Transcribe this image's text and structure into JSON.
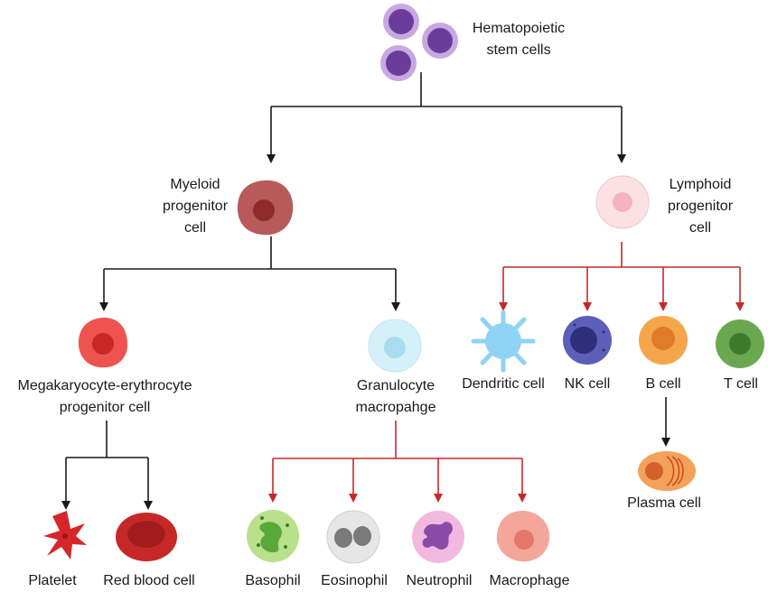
{
  "title": "",
  "nodes": {
    "hsc": {
      "label_lines": [
        "Hematopoietic",
        "stem cells"
      ]
    },
    "myeloid": {
      "label_lines": [
        "Myeloid",
        "progenitor",
        "cell"
      ]
    },
    "lymphoid": {
      "label_lines": [
        "Lymphoid",
        "progenitor",
        "cell"
      ]
    },
    "mep": {
      "label_lines": [
        "Megakaryocyte-erythrocyte",
        "progenitor cell"
      ]
    },
    "gmp": {
      "label_lines": [
        "Granulocyte",
        "macropahge"
      ]
    },
    "platelet": {
      "label": "Platelet"
    },
    "rbc": {
      "label": "Red blood cell"
    },
    "basophil": {
      "label": "Basophil"
    },
    "eosinophil": {
      "label": "Eosinophil"
    },
    "neutrophil": {
      "label": "Neutrophil"
    },
    "macrophage": {
      "label": "Macrophage"
    },
    "dendritic": {
      "label": "Dendritic cell"
    },
    "nk": {
      "label": "NK cell"
    },
    "bcell": {
      "label": "B cell"
    },
    "tcell": {
      "label": "T cell"
    },
    "plasma": {
      "label": "Plasma cell"
    }
  },
  "colors": {
    "black_arrow": "#1a1a1a",
    "red_arrow": "#c62828",
    "stem_outer": "#c9a7e0",
    "stem_inner": "#6a3d9a",
    "myeloid_outer": "#b85a5a",
    "myeloid_inner": "#8f2a2a",
    "lymphoid_outer": "#fbe1e4",
    "lymphoid_inner": "#f5b3bf",
    "mep_outer": "#ef5350",
    "mep_inner": "#c62828",
    "gmp_outer": "#d6f0fa",
    "gmp_inner": "#a8dcee",
    "platelet": "#d7262a",
    "rbc": "#c62828",
    "basophil_outer": "#b9e08a",
    "basophil_inner": "#5aa83a",
    "eosinophil_outer": "#e6e6e6",
    "eosinophil_inner": "#7a7a7a",
    "neutrophil_outer": "#f2b8de",
    "neutrophil_inner": "#8a4aa8",
    "macrophage_outer": "#f4a69b",
    "macrophage_inner": "#e4766a",
    "dendritic": "#8fd3f4",
    "nk_outer": "#5b5fb8",
    "nk_inner": "#2e2f7a",
    "bcell_outer": "#f6a64a",
    "bcell_inner": "#e07b2a",
    "tcell_outer": "#6aa84f",
    "tcell_inner": "#3d7a2e",
    "plasma_outer": "#f4a25a",
    "plasma_inner": "#d4602a"
  }
}
